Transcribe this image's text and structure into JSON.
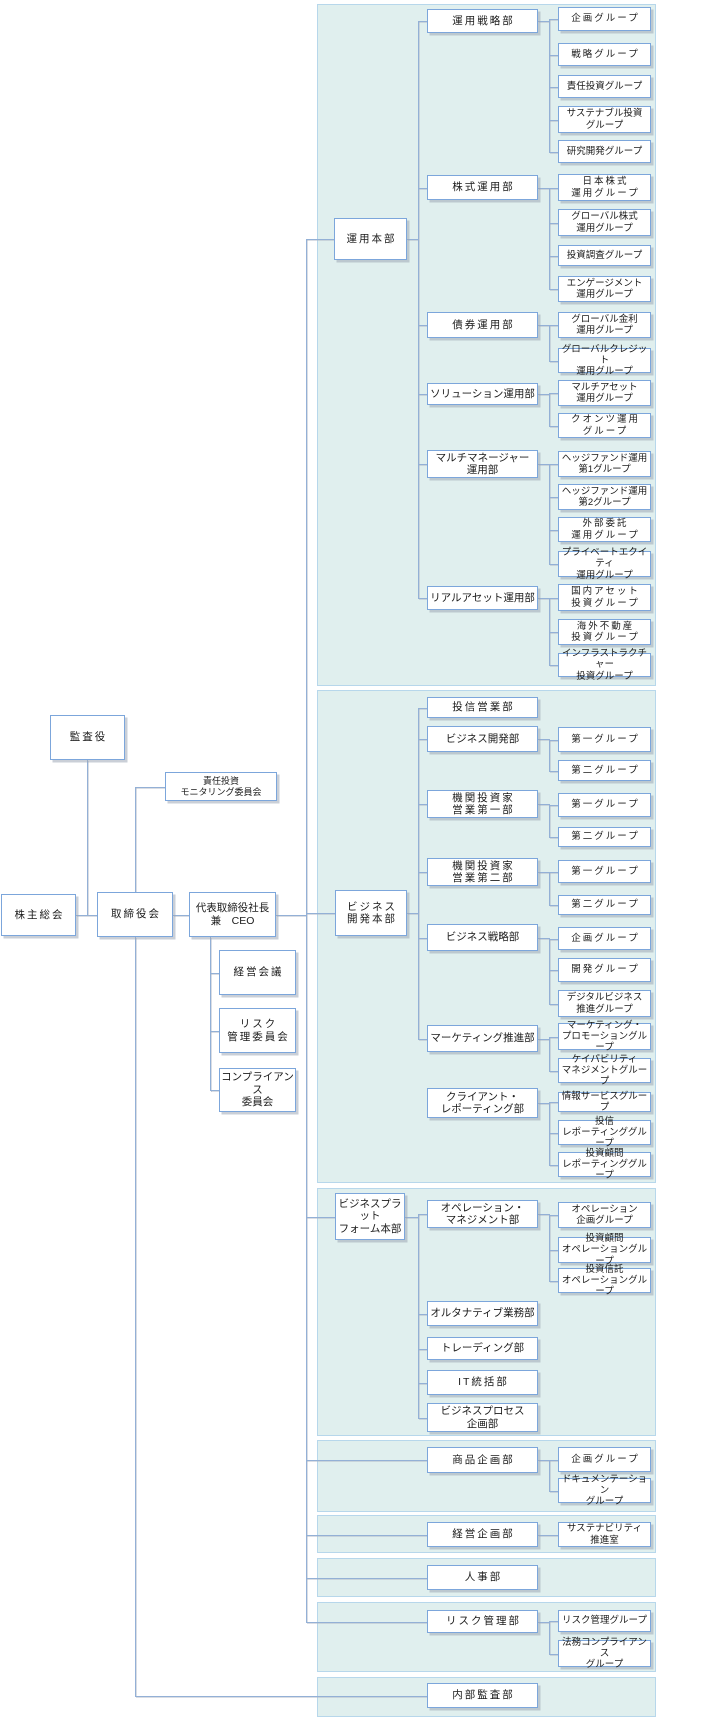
{
  "colors": {
    "panel_fill": "#e0efee",
    "panel_border": "#b7d7eb",
    "box_border": "#7ca6db",
    "connector": "#93b0d6",
    "text": "#1a1a1a"
  },
  "org": {
    "left_nodes": [
      {
        "id": "shareholders-meeting",
        "label": "株主総会"
      },
      {
        "id": "audit-officer",
        "label": "監査役"
      },
      {
        "id": "board-of-directors",
        "label": "取締役会"
      },
      {
        "id": "president-ceo",
        "label": "代表取締役社長\n兼　CEO"
      },
      {
        "id": "responsible-investment-monitoring-committee",
        "label": "責任投資\nモニタリング委員会"
      },
      {
        "id": "management-meeting",
        "label": "経営会議"
      },
      {
        "id": "risk-management-committee",
        "label": "リスク\n管理委員会"
      },
      {
        "id": "compliance-committee",
        "label": "コンプライアンス\n委員会"
      }
    ],
    "divisions": [
      {
        "id": "investment-division",
        "hub": {
          "id": "investment-hq",
          "label": "運用本部"
        },
        "departments": [
          {
            "id": "investment-strategy-dept",
            "label": "運用戦略部",
            "groups": [
              {
                "id": "is-planning-group",
                "label": "企画グループ"
              },
              {
                "id": "is-strategy-group",
                "label": "戦略グループ"
              },
              {
                "id": "responsible-investment-group",
                "label": "責任投資グループ"
              },
              {
                "id": "sustainable-investment-group",
                "label": "サステナブル投資\nグループ"
              },
              {
                "id": "research-development-group",
                "label": "研究開発グループ"
              }
            ]
          },
          {
            "id": "equity-investment-dept",
            "label": "株式運用部",
            "groups": [
              {
                "id": "japan-equity-group",
                "label": "日本株式\n運用グループ"
              },
              {
                "id": "global-equity-group",
                "label": "グローバル株式\n運用グループ"
              },
              {
                "id": "investment-research-group",
                "label": "投資調査グループ"
              },
              {
                "id": "engagement-investment-group",
                "label": "エンゲージメント\n運用グループ"
              }
            ]
          },
          {
            "id": "fixed-income-dept",
            "label": "債券運用部",
            "groups": [
              {
                "id": "global-rates-group",
                "label": "グローバル金利\n運用グループ"
              },
              {
                "id": "global-credit-group",
                "label": "グローバルクレジット\n運用グループ"
              }
            ]
          },
          {
            "id": "solutions-dept",
            "label": "ソリューション運用部",
            "groups": [
              {
                "id": "multi-asset-group",
                "label": "マルチアセット\n運用グループ"
              },
              {
                "id": "quants-group",
                "label": "クオンツ運用\nグループ"
              }
            ]
          },
          {
            "id": "multi-manager-dept",
            "label": "マルチマネージャー\n運用部",
            "groups": [
              {
                "id": "hedge-fund-1-group",
                "label": "ヘッジファンド運用\n第1グループ"
              },
              {
                "id": "hedge-fund-2-group",
                "label": "ヘッジファンド運用\n第2グループ"
              },
              {
                "id": "external-mandate-group",
                "label": "外部委託\n運用グループ"
              },
              {
                "id": "private-equity-group",
                "label": "プライベートエクイティ\n運用グループ"
              }
            ]
          },
          {
            "id": "real-asset-dept",
            "label": "リアルアセット運用部",
            "groups": [
              {
                "id": "domestic-asset-group",
                "label": "国内アセット\n投資グループ"
              },
              {
                "id": "overseas-realestate-group",
                "label": "海外不動産\n投資グループ"
              },
              {
                "id": "infrastructure-group",
                "label": "インフラストラクチャー\n投資グループ"
              }
            ]
          }
        ]
      },
      {
        "id": "business-development-division",
        "hub": {
          "id": "business-development-hq",
          "label": "ビジネス\n開発本部"
        },
        "departments": [
          {
            "id": "fund-sales-dept",
            "label": "投信営業部",
            "groups": []
          },
          {
            "id": "business-development-dept",
            "label": "ビジネス開発部",
            "groups": [
              {
                "id": "bd-first-group",
                "label": "第一グループ"
              },
              {
                "id": "bd-second-group",
                "label": "第二グループ"
              }
            ]
          },
          {
            "id": "institutional-sales-1-dept",
            "label": "機関投資家\n営業第一部",
            "groups": [
              {
                "id": "is1-first-group",
                "label": "第一グループ"
              },
              {
                "id": "is1-second-group",
                "label": "第二グループ"
              }
            ]
          },
          {
            "id": "institutional-sales-2-dept",
            "label": "機関投資家\n営業第二部",
            "groups": [
              {
                "id": "is2-first-group",
                "label": "第一グループ"
              },
              {
                "id": "is2-second-group",
                "label": "第二グループ"
              }
            ]
          },
          {
            "id": "business-strategy-dept",
            "label": "ビジネス戦略部",
            "groups": [
              {
                "id": "bs-planning-group",
                "label": "企画グループ"
              },
              {
                "id": "bs-development-group",
                "label": "開発グループ"
              },
              {
                "id": "digital-business-group",
                "label": "デジタルビジネス\n推進グループ"
              }
            ]
          },
          {
            "id": "marketing-promotion-dept",
            "label": "マーケティング推進部",
            "groups": [
              {
                "id": "marketing-promotion-group",
                "label": "マーケティング・\nプロモーショングループ"
              },
              {
                "id": "capability-management-group",
                "label": "ケイパビリティ\nマネジメントグループ"
              }
            ]
          },
          {
            "id": "client-reporting-dept",
            "label": "クライアント・\nレポーティング部",
            "no_connector": true,
            "groups": [
              {
                "id": "information-service-group",
                "label": "情報サービスグループ"
              },
              {
                "id": "fund-reporting-group",
                "label": "投信\nレポーティンググループ"
              },
              {
                "id": "advisory-reporting-group",
                "label": "投資顧問\nレポーティンググループ"
              }
            ]
          }
        ]
      },
      {
        "id": "business-platform-division",
        "hub": {
          "id": "business-platform-hq",
          "label": "ビジネスプラット\nフォーム本部"
        },
        "departments": [
          {
            "id": "operation-management-dept",
            "label": "オペレーション・\nマネジメント部",
            "groups": [
              {
                "id": "operation-planning-group",
                "label": "オペレーション\n企画グループ"
              },
              {
                "id": "advisory-operation-group",
                "label": "投資顧問\nオペレーショングループ"
              },
              {
                "id": "trust-operation-group",
                "label": "投資信託\nオペレーショングループ"
              }
            ]
          },
          {
            "id": "alternative-operations-dept",
            "label": "オルタナティブ業務部",
            "groups": []
          },
          {
            "id": "trading-dept",
            "label": "トレーディング部",
            "groups": []
          },
          {
            "id": "it-supervision-dept",
            "label": "IT統括部",
            "groups": []
          },
          {
            "id": "business-process-planning-dept",
            "label": "ビジネスプロセス\n企画部",
            "groups": []
          }
        ]
      },
      {
        "id": "product-planning-division",
        "hub": null,
        "departments": [
          {
            "id": "product-planning-dept",
            "label": "商品企画部",
            "groups": [
              {
                "id": "pp-planning-group",
                "label": "企画グループ"
              },
              {
                "id": "documentation-group",
                "label": "ドキュメンテーション\nグループ"
              }
            ]
          }
        ]
      },
      {
        "id": "corporate-planning-division",
        "hub": null,
        "departments": [
          {
            "id": "corporate-planning-dept",
            "label": "経営企画部",
            "groups": [
              {
                "id": "sustainability-promotion-office",
                "label": "サステナビリティ\n推進室"
              }
            ]
          }
        ]
      },
      {
        "id": "hr-division",
        "hub": null,
        "departments": [
          {
            "id": "hr-dept",
            "label": "人事部",
            "groups": []
          }
        ]
      },
      {
        "id": "risk-management-division",
        "hub": null,
        "departments": [
          {
            "id": "risk-management-dept",
            "label": "リスク管理部",
            "groups": [
              {
                "id": "risk-management-group",
                "label": "リスク管理グループ"
              },
              {
                "id": "legal-compliance-group",
                "label": "法務コンプライアンス\nグループ"
              }
            ]
          }
        ]
      },
      {
        "id": "internal-audit-division",
        "hub": null,
        "departments": [
          {
            "id": "internal-audit-dept",
            "label": "内部監査部",
            "no_connector": true,
            "groups": []
          }
        ]
      }
    ]
  }
}
